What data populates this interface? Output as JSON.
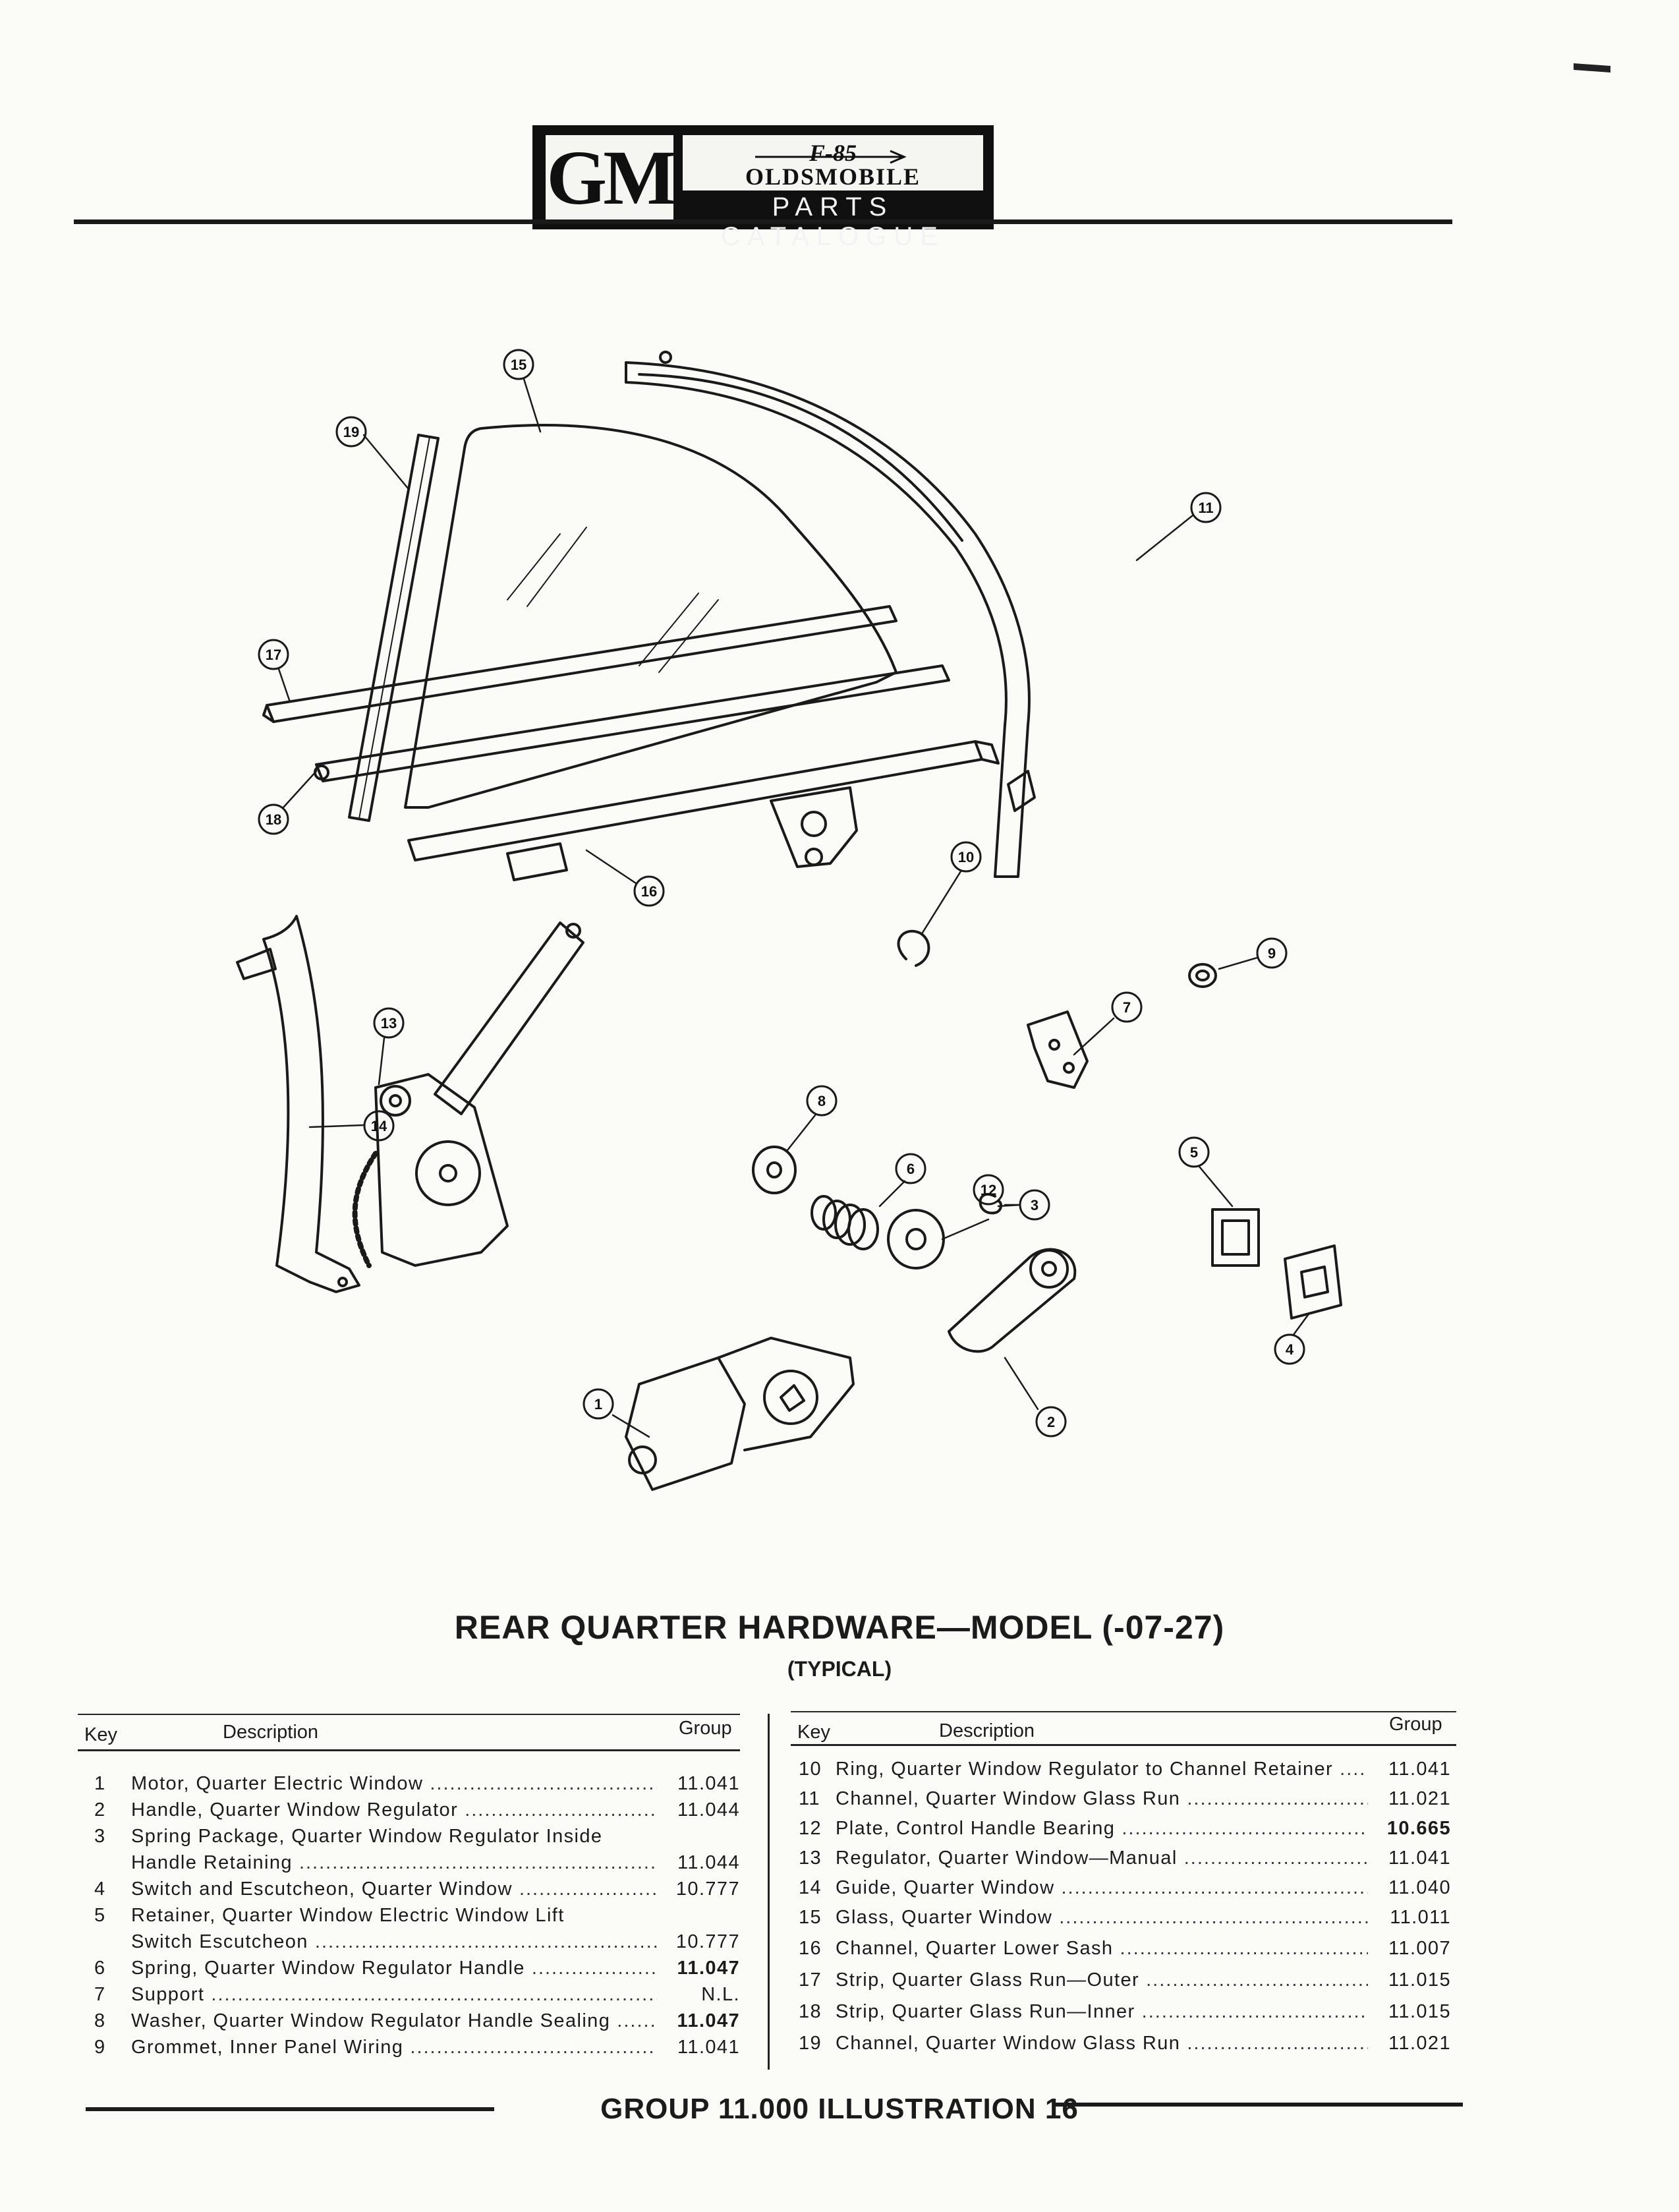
{
  "header": {
    "gm_logo": "GM",
    "model_badge": "F-85",
    "brand": "OLDSMOBILE",
    "catalogue": "PARTS CATALOGUE"
  },
  "callouts": [
    "1",
    "2",
    "3",
    "4",
    "5",
    "6",
    "7",
    "8",
    "9",
    "10",
    "11",
    "12",
    "13",
    "14",
    "15",
    "16",
    "17",
    "18",
    "19"
  ],
  "title": "REAR QUARTER HARDWARE—MODEL (-07-27)",
  "subtitle": "(TYPICAL)",
  "table": {
    "headers": {
      "key": "Key",
      "description": "Description",
      "group": "Group"
    },
    "left": [
      {
        "key": "1",
        "desc": "Motor, Quarter Electric Window",
        "group": "11.041"
      },
      {
        "key": "2",
        "desc": "Handle, Quarter Window Regulator",
        "group": "11.044"
      },
      {
        "key": "3",
        "desc": "Spring Package, Quarter Window Regulator Inside",
        "group": ""
      },
      {
        "key": "",
        "desc": "Handle Retaining",
        "group": "11.044"
      },
      {
        "key": "4",
        "desc": "Switch and Escutcheon, Quarter Window",
        "group": "10.777"
      },
      {
        "key": "5",
        "desc": "Retainer, Quarter Window Electric Window Lift",
        "group": ""
      },
      {
        "key": "",
        "desc": "Switch Escutcheon",
        "group": "10.777"
      },
      {
        "key": "6",
        "desc": "Spring, Quarter Window Regulator Handle",
        "group": "11.047"
      },
      {
        "key": "7",
        "desc": "Support",
        "group": "N.L."
      },
      {
        "key": "8",
        "desc": "Washer, Quarter Window Regulator Handle Sealing",
        "group": "11.047"
      },
      {
        "key": "9",
        "desc": "Grommet, Inner Panel Wiring",
        "group": "11.041"
      }
    ],
    "right": [
      {
        "key": "10",
        "desc": "Ring, Quarter Window Regulator to Channel Retainer",
        "group": "11.041"
      },
      {
        "key": "11",
        "desc": "Channel, Quarter Window Glass Run",
        "group": "11.021"
      },
      {
        "key": "12",
        "desc": "Plate, Control Handle Bearing",
        "group": "10.665"
      },
      {
        "key": "13",
        "desc": "Regulator, Quarter Window—Manual",
        "group": "11.041"
      },
      {
        "key": "14",
        "desc": "Guide, Quarter Window",
        "group": "11.040"
      },
      {
        "key": "15",
        "desc": "Glass, Quarter Window",
        "group": "11.011"
      },
      {
        "key": "16",
        "desc": "Channel, Quarter Lower Sash",
        "group": "11.007"
      },
      {
        "key": "17",
        "desc": "Strip, Quarter Glass Run—Outer",
        "group": "11.015"
      },
      {
        "key": "18",
        "desc": "Strip, Quarter Glass Run—Inner",
        "group": "11.015"
      },
      {
        "key": "19",
        "desc": "Channel, Quarter Window Glass Run",
        "group": "11.021"
      }
    ]
  },
  "footer": "GROUP 11.000 ILLUSTRATION 16"
}
